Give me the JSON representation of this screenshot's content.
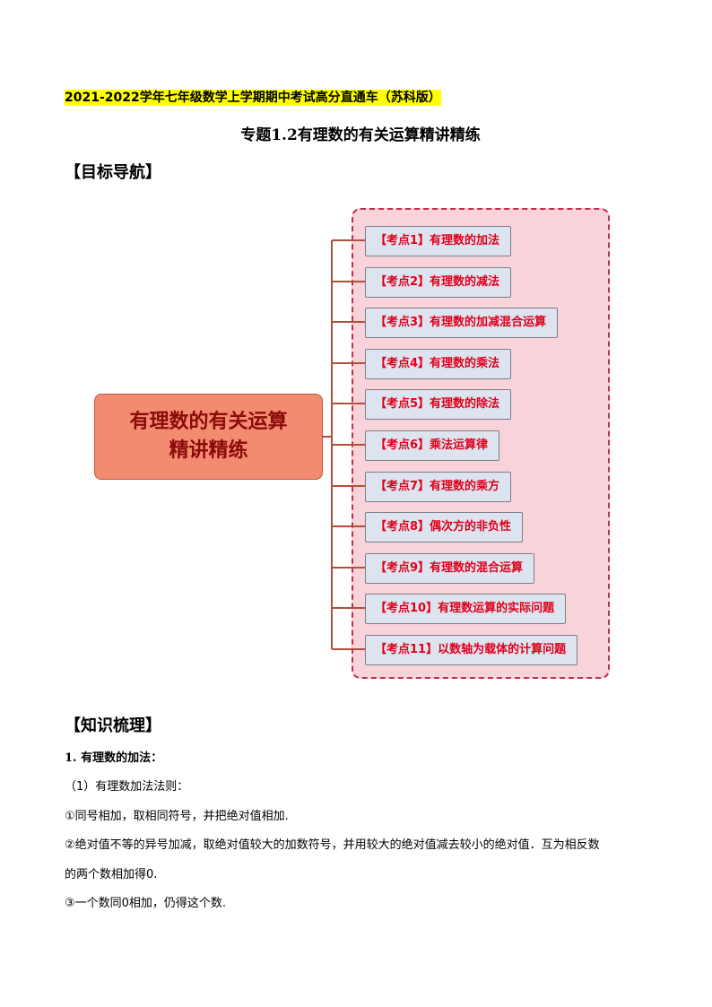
{
  "header": {
    "series": "2021-2022学年七年级数学上学期期中考试高分直通车（苏科版）",
    "title": "专题1.2有理数的有关运算精讲精练"
  },
  "sections": {
    "nav": "【目标导航】",
    "knowledge": "【知识梳理】"
  },
  "mindmap": {
    "center": [
      "有理数的有关运算",
      "精讲精练"
    ],
    "items": [
      "【考点1】有理数的加法",
      "【考点2】有理数的减法",
      "【考点3】有理数的加减混合运算",
      "【考点4】有理数的乘法",
      "【考点5】有理数的除法",
      "【考点6】乘法运算律",
      "【考点7】有理数的乘方",
      "【考点8】偶次方的非负性",
      "【考点9】有理数的混合运算",
      "【考点10】有理数运算的实际问题",
      "【考点11】以数轴为载体的计算问题"
    ]
  },
  "content": {
    "heading": "1.  有理数的加法：",
    "sub": "（1）有理数加法法则：",
    "lines": [
      "①同号相加，取相同符号，并把绝对值相加.",
      "②绝对值不等的异号加减，取绝对值较大的加数符号，并用较大的绝对值减去较小的绝对值．互为相反数",
      "的两个数相加得0.",
      "③一个数同0相加，仍得这个数."
    ]
  }
}
